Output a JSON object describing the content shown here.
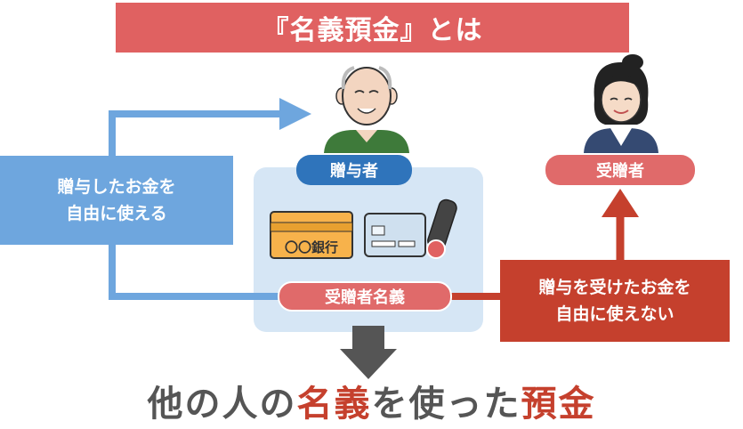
{
  "title": "『名義預金』とは",
  "giver_label": "贈与者",
  "recipient_label": "受贈者",
  "name_label": "受贈者名義",
  "bankbook_label": "〇〇銀行",
  "giver_note": [
    "贈与したお金を",
    "自由に使える"
  ],
  "recipient_note": [
    "贈与を受けたお金を",
    "自由に使えない"
  ],
  "bottom": {
    "part1": "他の人の",
    "part2": "名義",
    "part3": "を使った",
    "part4": "預金"
  },
  "colors": {
    "banner": "#e06161",
    "blue": "#6ea6de",
    "dark_blue": "#2f74bb",
    "red": "#c5402d",
    "panel": "#d6e6f5"
  },
  "icons": [
    "elderly-man-icon",
    "woman-icon",
    "bankbook-icon",
    "cash-card-icon",
    "hanko-stamp-icon",
    "down-arrow-icon"
  ]
}
